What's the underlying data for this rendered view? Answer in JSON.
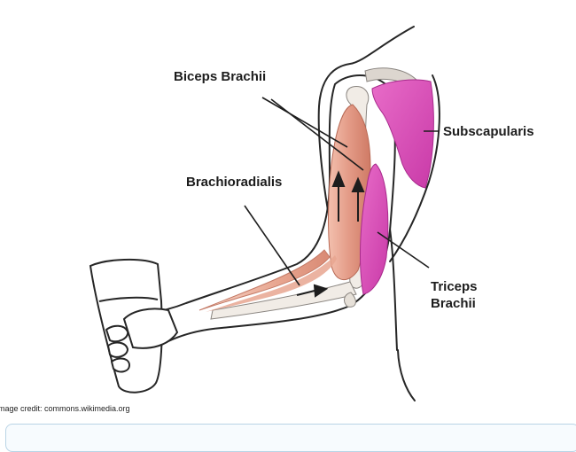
{
  "labels": {
    "biceps": "Biceps Brachii",
    "subscapularis": "Subscapularis",
    "brachioradialis": "Brachioradialis",
    "triceps_line1": "Triceps",
    "triceps_line2": "Brachii"
  },
  "credit": "mage credit: commons.wikimedia.org",
  "colors": {
    "outline": "#262626",
    "muscle": "#e39a86",
    "muscle_dark": "#c96a55",
    "magenta": "#e04fbf",
    "bone": "#f1ece6",
    "skin": "#ffffff",
    "accent_box": "#b9d4e6"
  }
}
